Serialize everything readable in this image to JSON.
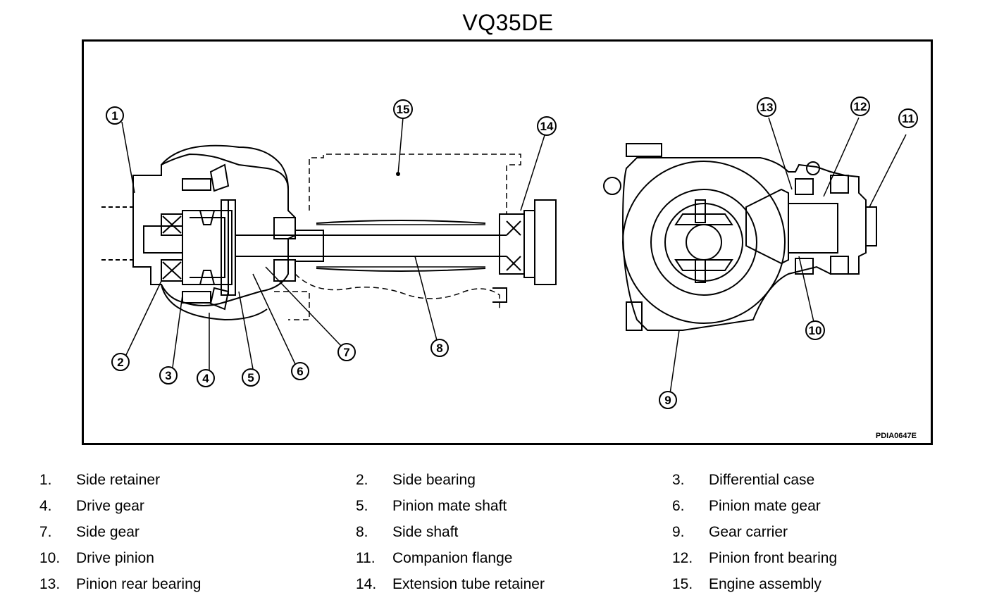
{
  "title": "VQ35DE",
  "figure_code": "PDIA0647E",
  "callouts": [
    "1",
    "2",
    "3",
    "4",
    "5",
    "6",
    "7",
    "8",
    "9",
    "10",
    "11",
    "12",
    "13",
    "14",
    "15"
  ],
  "legend": [
    {
      "num": "1.",
      "label": "Side retainer"
    },
    {
      "num": "2.",
      "label": "Side bearing"
    },
    {
      "num": "3.",
      "label": "Differential case"
    },
    {
      "num": "4.",
      "label": "Drive gear"
    },
    {
      "num": "5.",
      "label": "Pinion mate shaft"
    },
    {
      "num": "6.",
      "label": "Pinion mate gear"
    },
    {
      "num": "7.",
      "label": "Side gear"
    },
    {
      "num": "8.",
      "label": "Side shaft"
    },
    {
      "num": "9.",
      "label": "Gear carrier"
    },
    {
      "num": "10.",
      "label": "Drive pinion"
    },
    {
      "num": "11.",
      "label": "Companion flange"
    },
    {
      "num": "12.",
      "label": "Pinion front bearing"
    },
    {
      "num": "13.",
      "label": "Pinion rear bearing"
    },
    {
      "num": "14.",
      "label": "Extension tube retainer"
    },
    {
      "num": "15.",
      "label": "Engine assembly"
    }
  ]
}
